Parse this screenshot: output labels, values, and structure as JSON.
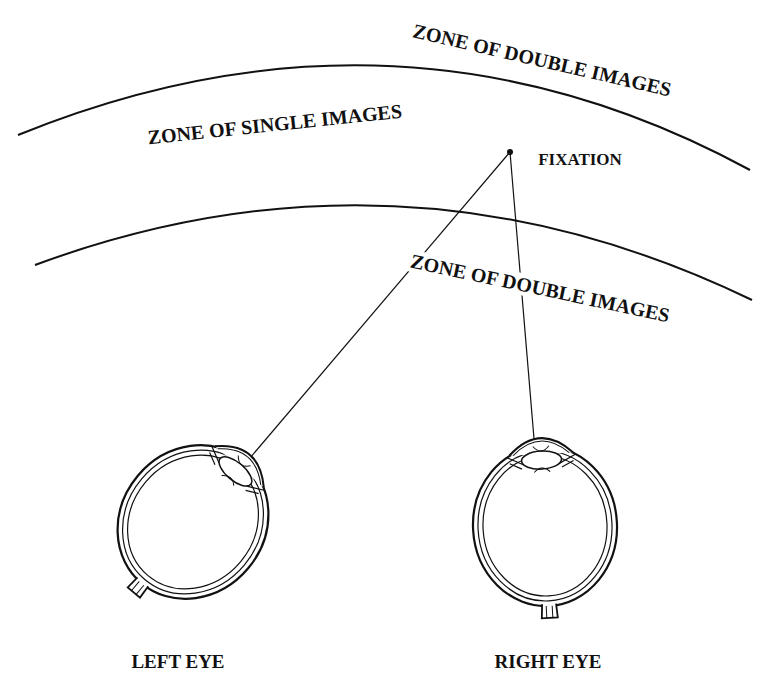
{
  "diagram": {
    "labels": [
      "ZONE OF DOUBLE IMAGES",
      "ZONE OF SINGLE IMAGES",
      "FIXATION",
      "ZONE OF DOUBLE IMAGES",
      "LEFT EYE",
      "RIGHT EYE"
    ]
  }
}
